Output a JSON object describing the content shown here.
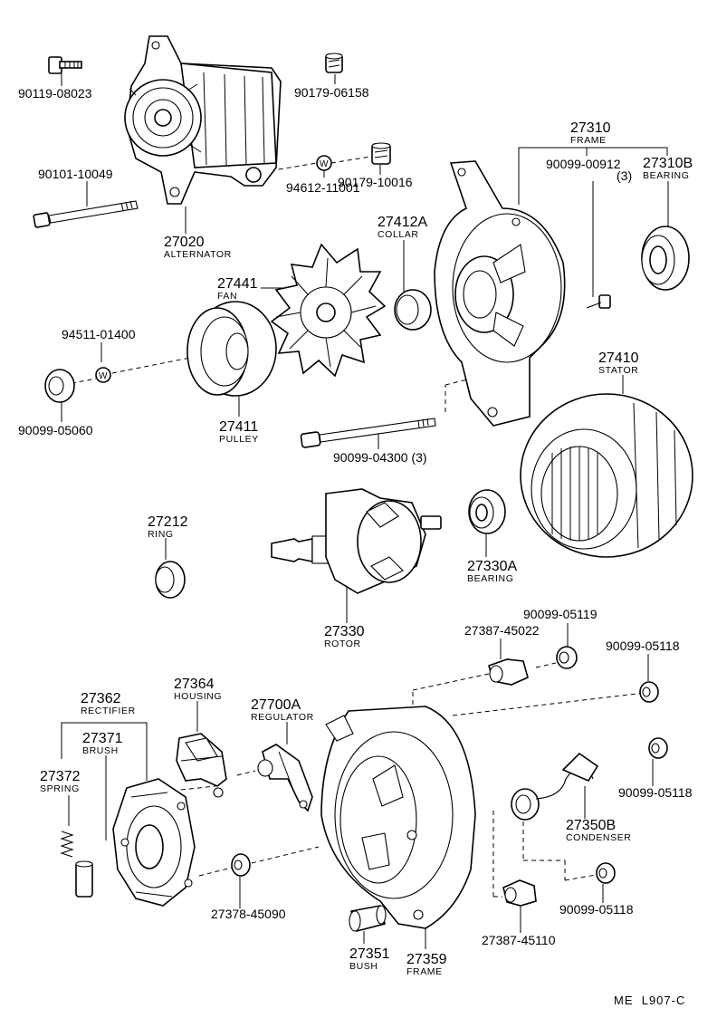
{
  "footer_code": "ME  L907-C",
  "parts": {
    "p90119": {
      "number": "90119-08023",
      "name": ""
    },
    "p90179a": {
      "number": "90179-06158",
      "name": ""
    },
    "p90101": {
      "number": "90101-10049",
      "name": ""
    },
    "p94612": {
      "number": "94612-11001",
      "name": ""
    },
    "p90179b": {
      "number": "90179-10016",
      "name": ""
    },
    "p27020": {
      "number": "27020",
      "name": "ALTERNATOR"
    },
    "p27310": {
      "number": "27310",
      "name": "FRAME"
    },
    "p90099_00912": {
      "number": "90099-00912",
      "name": "(3)"
    },
    "p27310b": {
      "number": "27310B",
      "name": "BEARING"
    },
    "p27412a": {
      "number": "27412A",
      "name": "COLLAR"
    },
    "p27441": {
      "number": "27441",
      "name": "FAN"
    },
    "p94511": {
      "number": "94511-01400",
      "name": ""
    },
    "p90099_05060": {
      "number": "90099-05060",
      "name": ""
    },
    "p27411": {
      "number": "27411",
      "name": "PULLEY"
    },
    "p90099_04300": {
      "number": "90099-04300 (3)",
      "name": ""
    },
    "p27410": {
      "number": "27410",
      "name": "STATOR"
    },
    "p27212": {
      "number": "27212",
      "name": "RING"
    },
    "p27330a": {
      "number": "27330A",
      "name": "BEARING"
    },
    "p27330": {
      "number": "27330",
      "name": "ROTOR"
    },
    "p90099_05119": {
      "number": "90099-05119",
      "name": ""
    },
    "p27387_45022": {
      "number": "27387-45022",
      "name": ""
    },
    "p90099_05118a": {
      "number": "90099-05118",
      "name": ""
    },
    "p27364": {
      "number": "27364",
      "name": "HOUSING"
    },
    "p27362": {
      "number": "27362",
      "name": "RECTIFIER"
    },
    "p27700a": {
      "number": "27700A",
      "name": "REGULATOR"
    },
    "p27371": {
      "number": "27371",
      "name": "BRUSH"
    },
    "p27372": {
      "number": "27372",
      "name": "SPRING"
    },
    "p90099_05118b": {
      "number": "90099-05118",
      "name": ""
    },
    "p27350b": {
      "number": "27350B",
      "name": "CONDENSER"
    },
    "p27378": {
      "number": "27378-45090",
      "name": ""
    },
    "p90099_05118c": {
      "number": "90099-05118",
      "name": ""
    },
    "p27387_45110": {
      "number": "27387-45110",
      "name": ""
    },
    "p27351": {
      "number": "27351",
      "name": "BUSH"
    },
    "p27359": {
      "number": "27359",
      "name": "FRAME"
    }
  }
}
